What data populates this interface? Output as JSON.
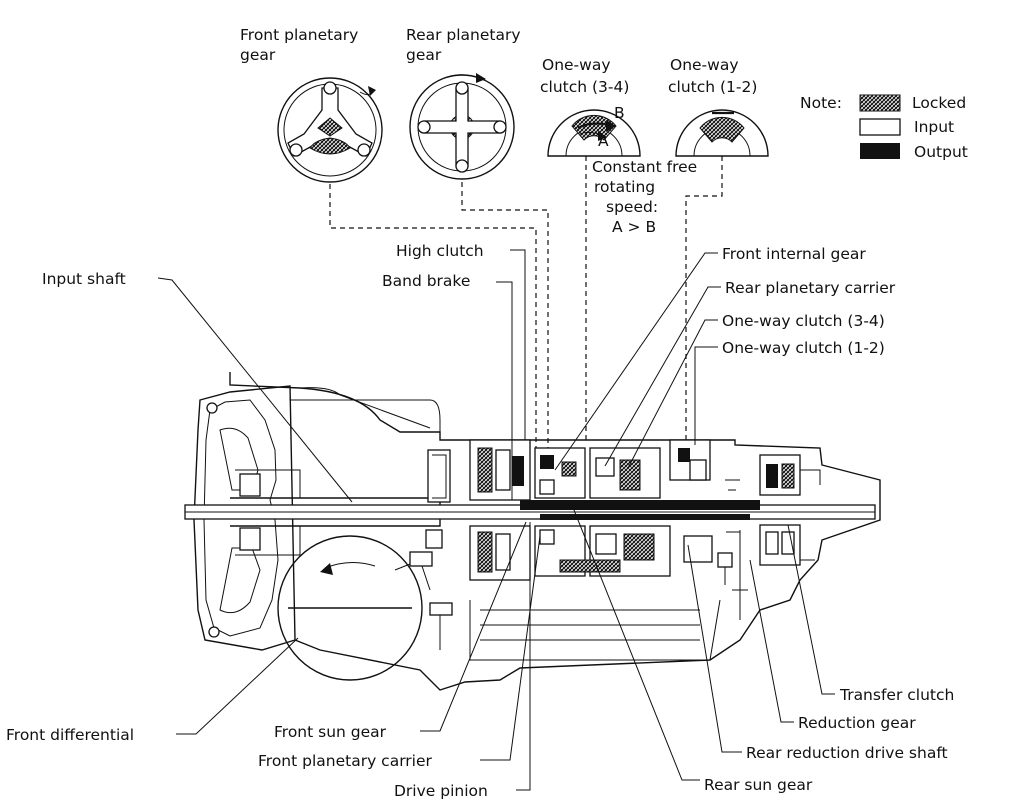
{
  "icons": {
    "front_planetary": "front-planetary-gear-icon",
    "rear_planetary": "rear-planetary-gear-icon",
    "owc_34": "one-way-clutch-3-4-icon",
    "owc_12": "one-way-clutch-1-2-icon"
  },
  "top": {
    "front_planetary": [
      "Front planetary",
      "gear"
    ],
    "rear_planetary": [
      "Rear planetary",
      "gear"
    ],
    "owc_34": [
      "One-way",
      "clutch (3-4)"
    ],
    "owc_12": [
      "One-way",
      "clutch (1-2)"
    ],
    "arrow_a": "A",
    "arrow_b": "B",
    "constant": [
      "Constant free",
      "rotating",
      "speed:",
      "A > B"
    ]
  },
  "legend": {
    "note": "Note:",
    "items": [
      {
        "label": "Locked",
        "style": "hatched"
      },
      {
        "label": "Input",
        "style": "white"
      },
      {
        "label": "Output",
        "style": "black"
      }
    ]
  },
  "callouts": {
    "high_clutch": "High clutch",
    "band_brake": "Band brake",
    "input_shaft": "Input shaft",
    "front_internal_gear": "Front internal gear",
    "rear_planetary_carrier": "Rear planetary carrier",
    "owc_34": "One-way clutch (3-4)",
    "owc_12": "One-way clutch (1-2)",
    "transfer_clutch": "Transfer clutch",
    "reduction_gear": "Reduction gear",
    "rear_reduction_drive_shaft": "Rear reduction drive shaft",
    "rear_sun_gear": "Rear sun gear",
    "front_differential": "Front differential",
    "front_sun_gear": "Front sun gear",
    "front_planetary_carrier": "Front planetary carrier",
    "drive_pinion": "Drive pinion"
  }
}
